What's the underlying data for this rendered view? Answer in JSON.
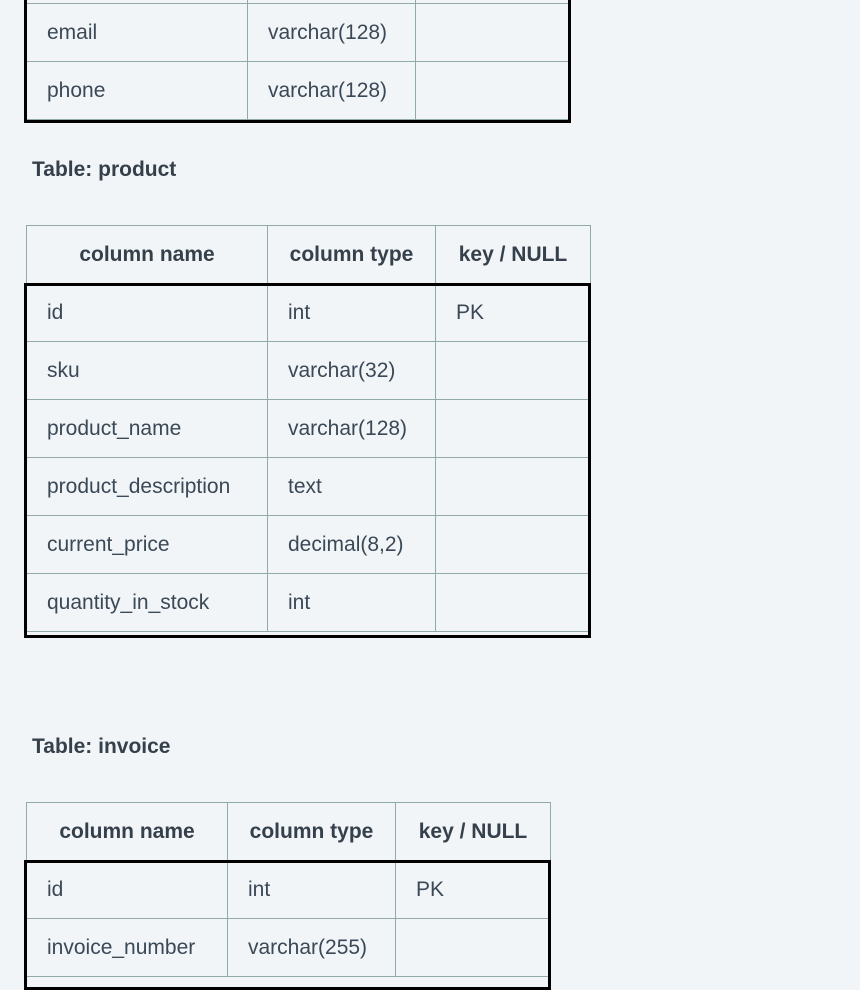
{
  "customer_partial": {
    "rows": [
      {
        "name": "email",
        "type": "varchar(128)",
        "key": ""
      },
      {
        "name": "phone",
        "type": "varchar(128)",
        "key": ""
      }
    ]
  },
  "product": {
    "title": "Table: product",
    "headers": [
      "column name",
      "column type",
      "key / NULL"
    ],
    "rows": [
      {
        "name": "id",
        "type": "int",
        "key": "PK"
      },
      {
        "name": "sku",
        "type": "varchar(32)",
        "key": ""
      },
      {
        "name": "product_name",
        "type": "varchar(128)",
        "key": ""
      },
      {
        "name": "product_description",
        "type": "text",
        "key": ""
      },
      {
        "name": "current_price",
        "type": "decimal(8,2)",
        "key": ""
      },
      {
        "name": "quantity_in_stock",
        "type": "int",
        "key": ""
      }
    ]
  },
  "invoice": {
    "title": "Table: invoice",
    "headers": [
      "column name",
      "column type",
      "key / NULL"
    ],
    "rows": [
      {
        "name": "id",
        "type": "int",
        "key": "PK"
      },
      {
        "name": "invoice_number",
        "type": "varchar(255)",
        "key": ""
      }
    ]
  }
}
